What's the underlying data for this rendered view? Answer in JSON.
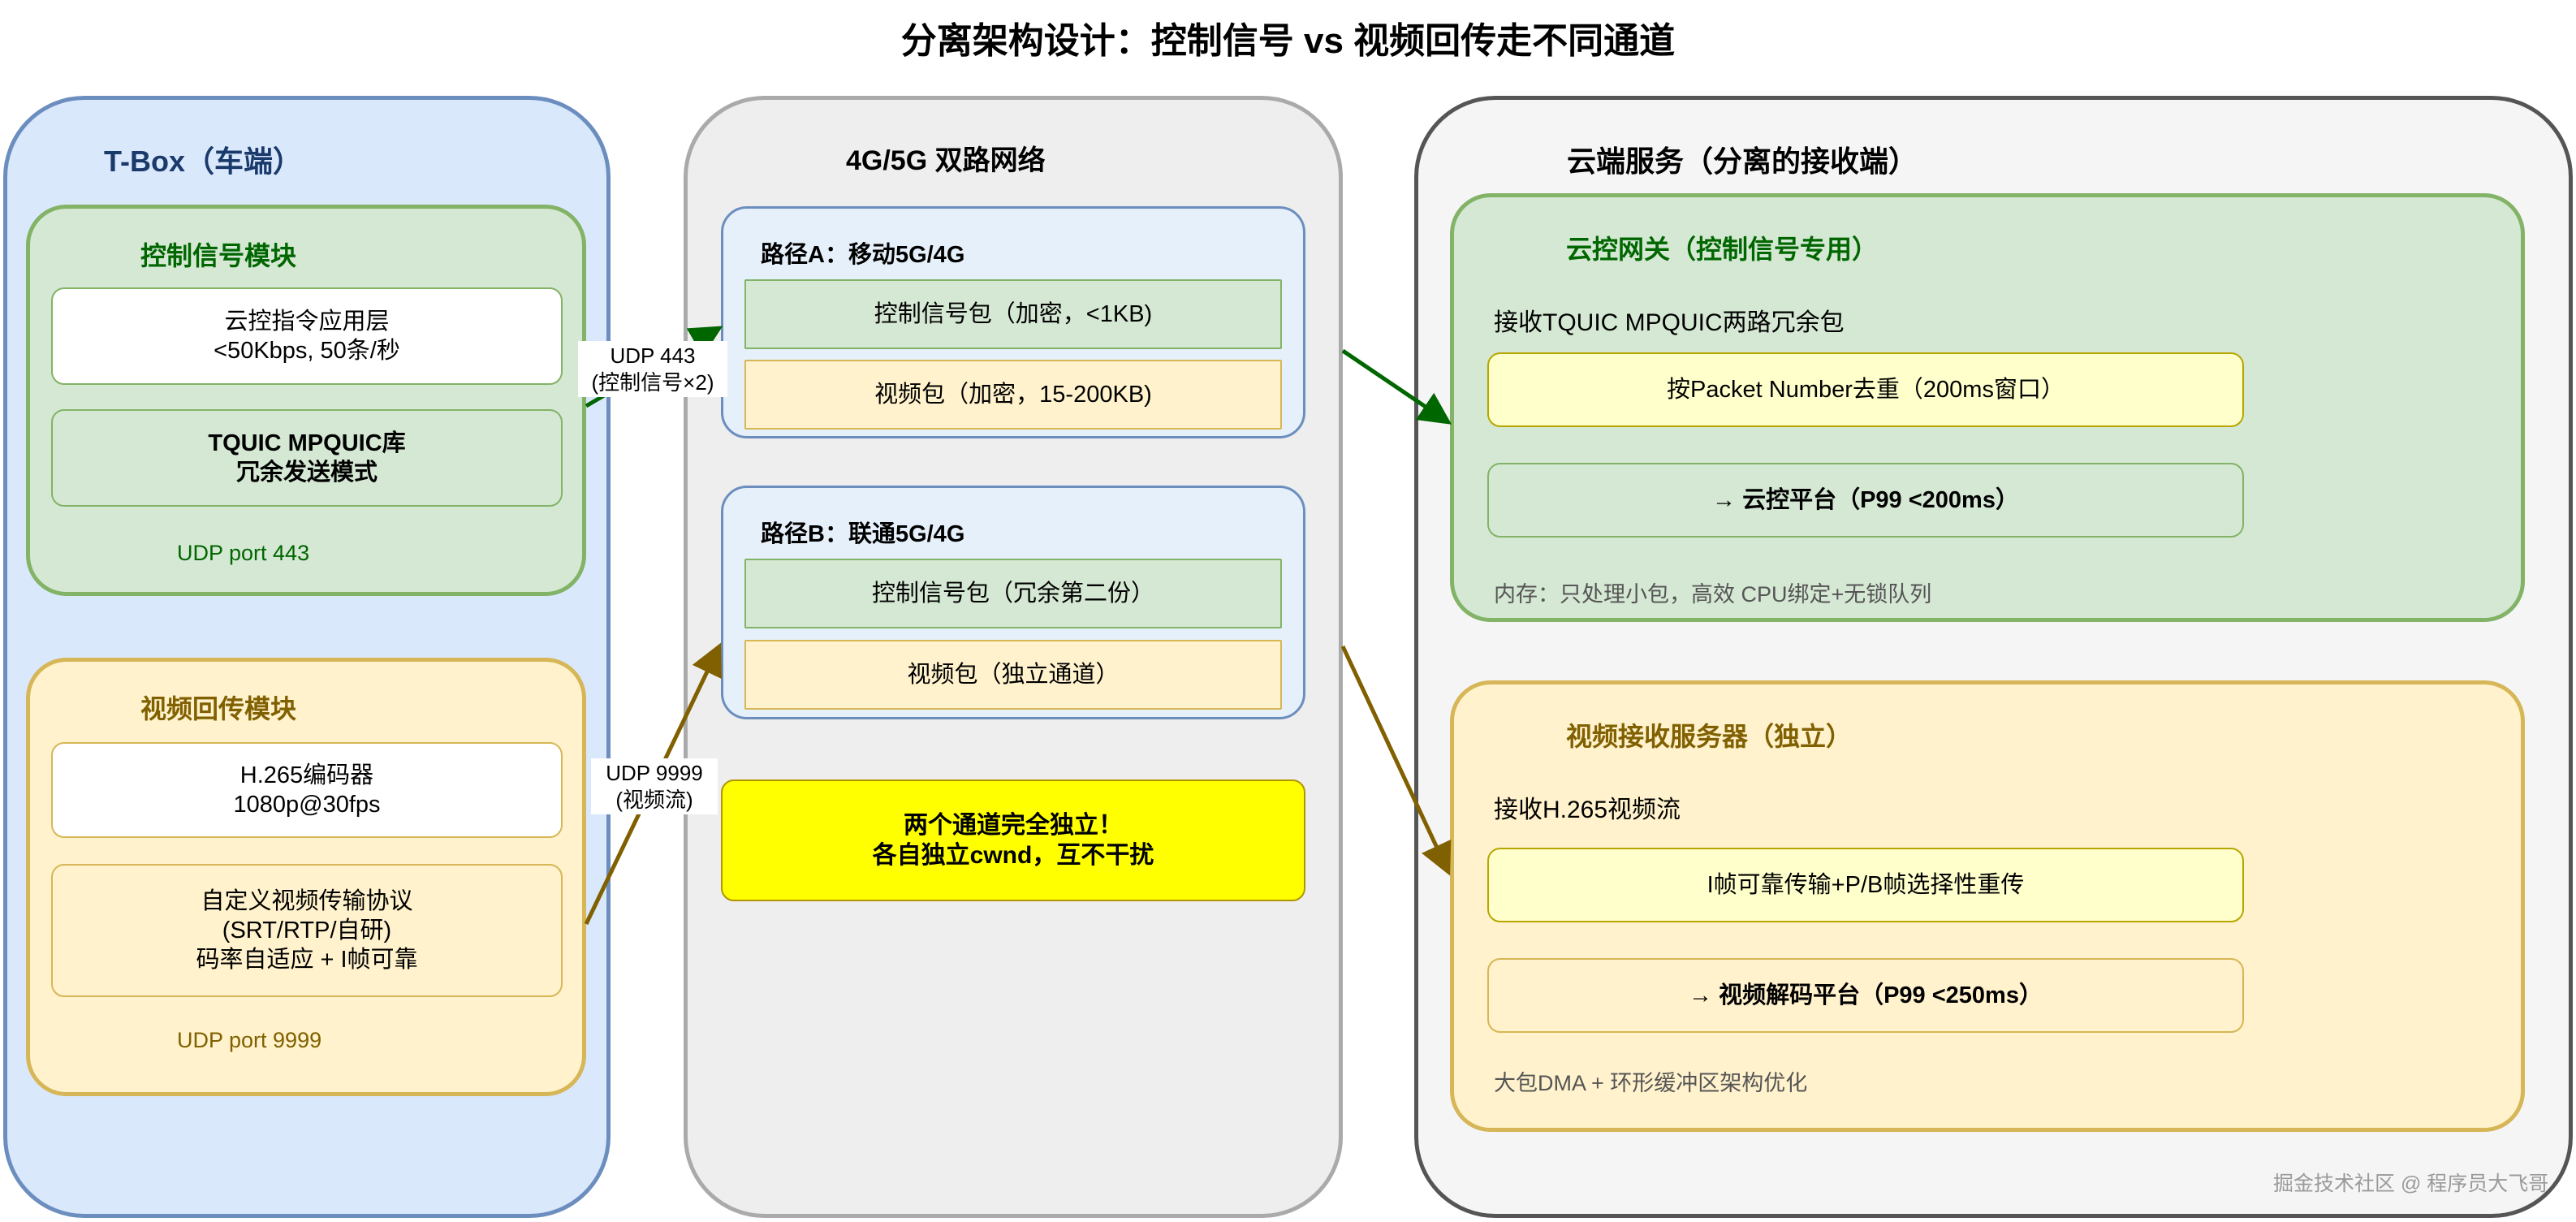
{
  "title": "分离架构设计：控制信号 vs 视频回传走不同通道",
  "colors": {
    "tbox_fill": "#dae8fc",
    "tbox_border": "#6c8ebf",
    "green_fill": "#d5e8d4",
    "green_border": "#82b366",
    "green_text": "#006600",
    "yellow_fill": "#fff2cc",
    "yellow_border": "#d6b656",
    "yellow_text": "#806000",
    "gray_fill": "#eeeeee",
    "gray_border": "#aaaaaa",
    "path_fill": "#e6f0fa",
    "path_border": "#6c8ebf",
    "cloud_fill": "#f5f5f5",
    "cloud_border": "#555555",
    "lightyellow_fill": "#ffffcc",
    "highlight_fill": "#ffff00",
    "arrow_green": "#006600",
    "arrow_brown": "#806000"
  },
  "tbox": {
    "title": "T-Box（车端）",
    "control_module": {
      "title": "控制信号模块",
      "app_layer": "云控指令应用层\n<50Kbps, 50条/秒",
      "tquic": "TQUIC MPQUIC库\n冗余发送模式",
      "port": "UDP port 443"
    },
    "video_module": {
      "title": "视频回传模块",
      "encoder": "H.265编码器\n1080p@30fps",
      "protocol": "自定义视频传输协议\n(SRT/RTP/自研)\n码率自适应 + I帧可靠",
      "port": "UDP port 9999"
    }
  },
  "network": {
    "title": "4G/5G 双路网络",
    "path_a": {
      "title": "路径A：移动5G/4G",
      "control_pkt": "控制信号包（加密，<1KB)",
      "video_pkt": "视频包（加密，15-200KB)"
    },
    "path_b": {
      "title": "路径B：联通5G/4G",
      "control_pkt": "控制信号包（冗余第二份）",
      "video_pkt": "视频包（独立通道）"
    },
    "highlight": "两个通道完全独立！\n各自独立cwnd，互不干扰"
  },
  "connections": {
    "control_label": "UDP 443\n(控制信号×2)",
    "video_label": "UDP 9999\n(视频流)"
  },
  "cloud": {
    "title": "云端服务（分离的接收端）",
    "gateway": {
      "title": "云控网关（控制信号专用）",
      "receive": "接收TQUIC MPQUIC两路冗余包",
      "dedup": "按Packet Number去重（200ms窗口）",
      "platform": "→ 云控平台（P99 <200ms）",
      "memory": "内存：只处理小包，高效 CPU绑定+无锁队列"
    },
    "video_server": {
      "title": "视频接收服务器（独立）",
      "receive": "接收H.265视频流",
      "retransmit": "I帧可靠传输+P/B帧选择性重传",
      "platform": "→ 视频解码平台（P99 <250ms）",
      "optimize": "大包DMA + 环形缓冲区架构优化"
    }
  },
  "watermark": "掘金技术社区 @ 程序员大飞哥"
}
